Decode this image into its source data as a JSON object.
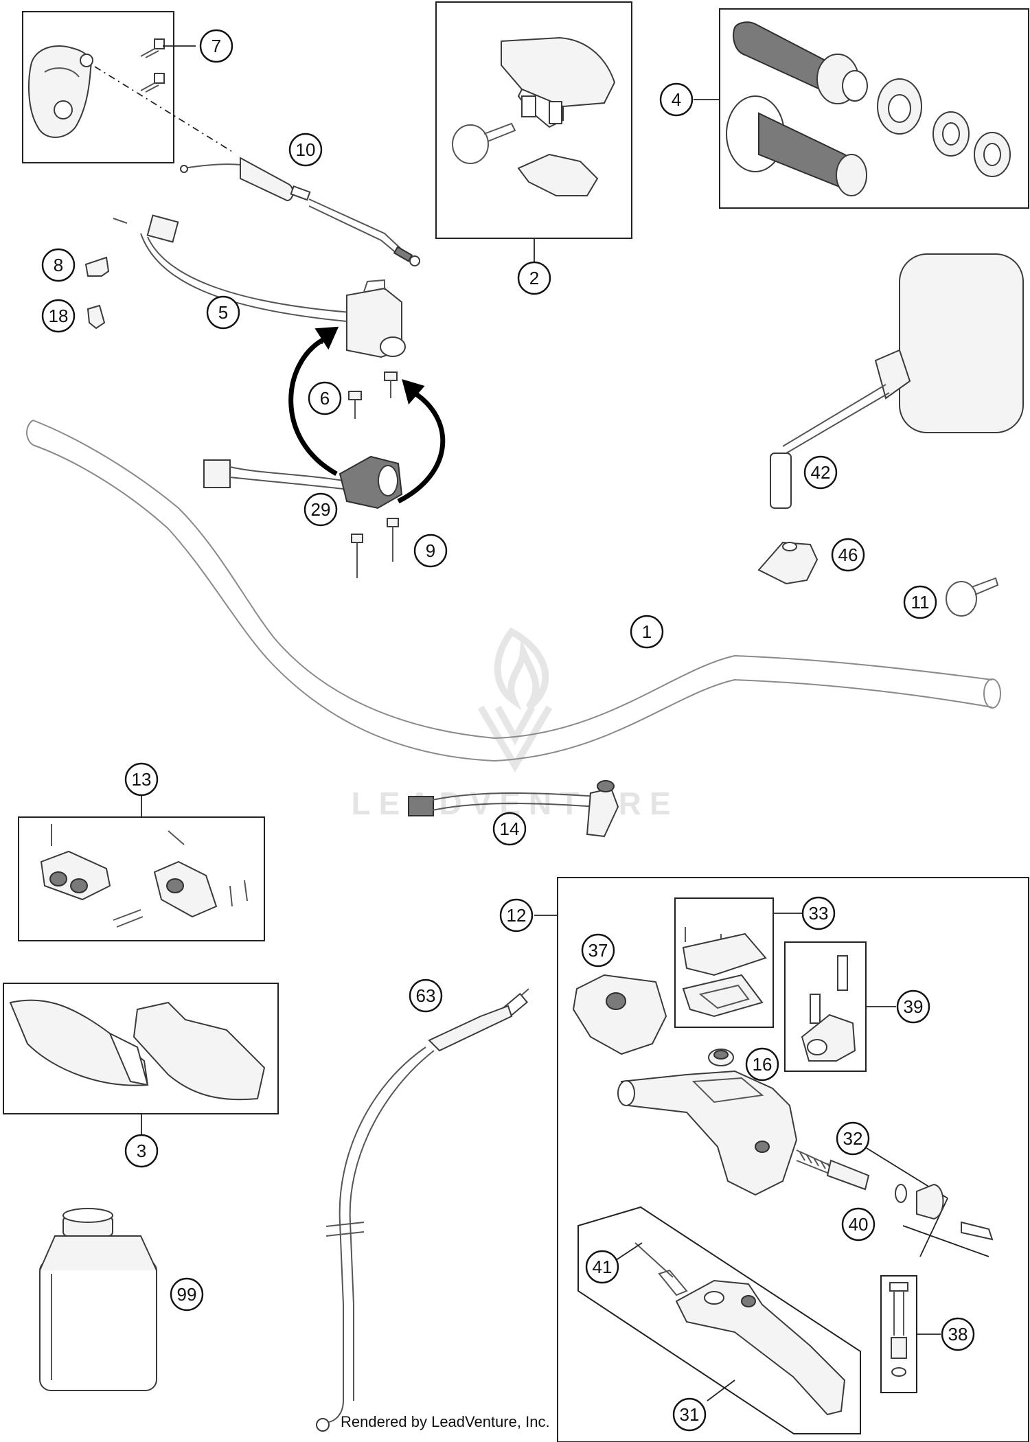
{
  "watermark": {
    "text": "LEADVENTURE",
    "logo": "leadventure-flame-logo"
  },
  "footer": {
    "credit": "Rendered by LeadVenture, Inc."
  },
  "callouts": [
    "1",
    "2",
    "3",
    "4",
    "5",
    "6",
    "7",
    "8",
    "9",
    "10",
    "11",
    "12",
    "13",
    "14",
    "16",
    "18",
    "29",
    "31",
    "32",
    "33",
    "37",
    "38",
    "39",
    "40",
    "41",
    "42",
    "46",
    "63",
    "99"
  ],
  "colors": {
    "line": "#222222",
    "part_fill": "#f4f4f4",
    "grip_dark": "#7a7a7a",
    "arrow": "#000000",
    "watermark": "#e4e4e4"
  }
}
